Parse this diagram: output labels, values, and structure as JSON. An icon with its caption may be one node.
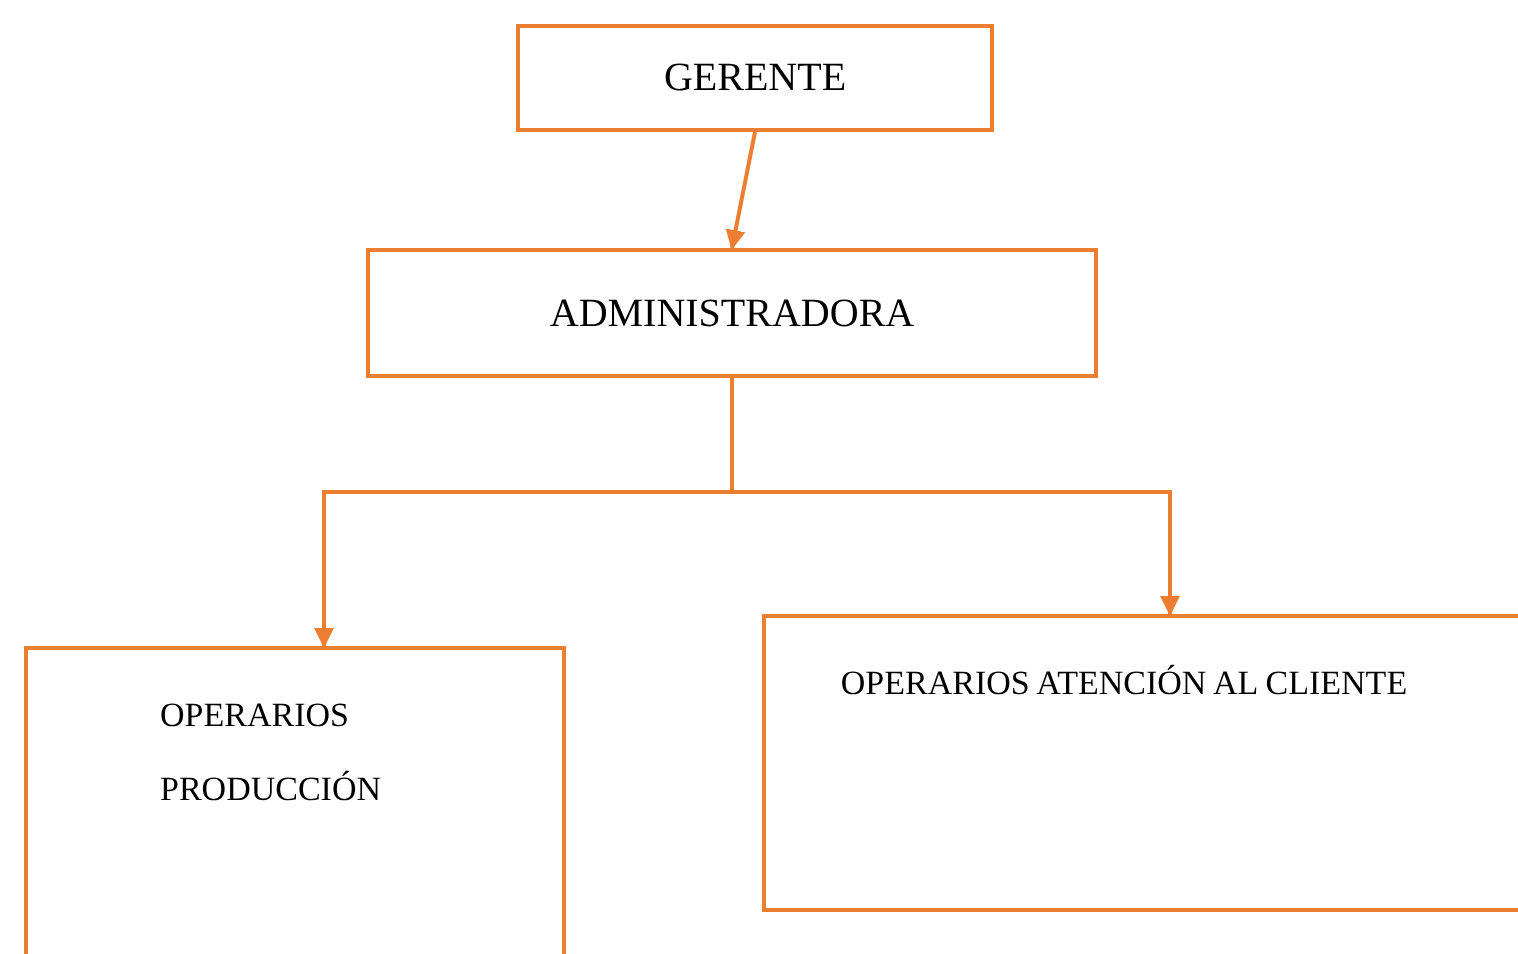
{
  "diagram": {
    "nodes": [
      {
        "text": [
          "GERENTE"
        ]
      },
      {
        "text": [
          "ADMINISTRADORA"
        ]
      },
      {
        "text": [
          "OPERARIOS PRODUCCIÓN"
        ]
      },
      {
        "text": [
          "OPERARIOS ATENCIÓN AL CLIENTE"
        ]
      }
    ],
    "edges": [
      {
        "from": 0,
        "to": 1,
        "arrow": "to"
      },
      {
        "from": 1,
        "to": 2,
        "arrow": "to"
      },
      {
        "from": 1,
        "to": 3,
        "arrow": "to"
      }
    ]
  }
}
